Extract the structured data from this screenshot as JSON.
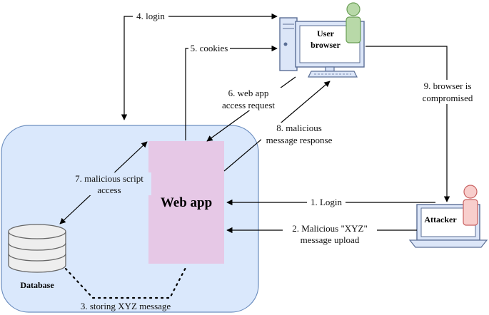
{
  "nodes": {
    "user_browser": {
      "line1": "User",
      "line2": "browser"
    },
    "web_app": {
      "label": "Web app"
    },
    "attacker": {
      "label": "Attacker"
    },
    "database": {
      "label": "Database"
    }
  },
  "edges": {
    "login_user": "4. login",
    "cookies": "5. cookies",
    "access_request": {
      "line1": "6. web app",
      "line2": "access request"
    },
    "malicious_response": {
      "line1": "8. malicious",
      "line2": "message response"
    },
    "compromised": {
      "line1": "9. browser is",
      "line2": "compromised"
    },
    "script_access": {
      "line1": "7. malicious script",
      "line2": "access"
    },
    "attacker_login": "1. Login",
    "upload": {
      "line1": "2. Malicious \"XYZ\"",
      "line2": "message upload"
    },
    "storing": "3. storing XYZ message"
  },
  "colors": {
    "region_fill": "#dae8fc",
    "region_stroke": "#6c8ebf",
    "webapp_fill": "#e6c8e6",
    "device_fill": "#dce6f8",
    "device_stroke": "#5b6f96",
    "user_fill": "#b8d9a8",
    "user_stroke": "#6a9e55",
    "attacker_fill": "#f8cecc",
    "attacker_stroke": "#c86060"
  }
}
